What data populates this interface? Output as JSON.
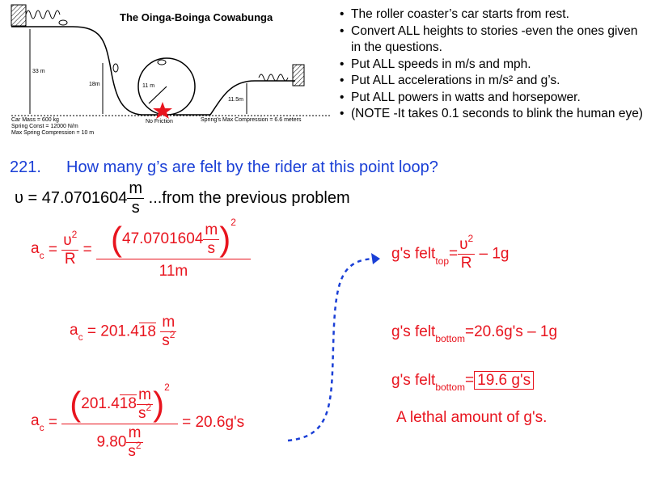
{
  "diagram": {
    "title": "The Oinga-Boinga Cowabunga",
    "labels": {
      "height_start": "33 m",
      "height_mid": "18m",
      "loop_radius": "11 m",
      "height_end": "11.5m",
      "no_friction": "No Friction",
      "car_mass": "Car Mass = 600 kg",
      "spring_const": "Spring Const = 12000 N/m",
      "max_spring": "Max Spring Compression = 10 m",
      "spring_max_comp": "Spring's Max Compression = 6.6 meters"
    }
  },
  "bullets": [
    "The roller coaster’s car starts from rest.",
    "Convert ALL heights to stories -even the ones given in the questions.",
    "Put ALL speeds in m/s and mph.",
    "Put ALL accelerations in m/s² and g’s.",
    "Put ALL powers in watts and horsepower.",
    "(NOTE -It takes 0.1 seconds to blink the human eye)"
  ],
  "question": {
    "number": "221.",
    "text": "How many g’s are felt by the rider at this point loop?"
  },
  "given": {
    "symbol": "υ",
    "equals": " = ",
    "value": "47.0701604",
    "unit_num": "m",
    "unit_den": "s",
    "note": " ...from the previous problem"
  },
  "calc": {
    "ac": "a",
    "ac_sub": "c",
    "eq": "=",
    "v2_num": "υ",
    "sq": "2",
    "R": "R",
    "val1": "47.0701604",
    "m": "m",
    "s": "s",
    "r_val": "11m",
    "res1_int": "201.4",
    "res1_rep": "18",
    "s2": "s",
    "res2_tail": "= 20.6g's",
    "g_val": "9.80"
  },
  "gs": {
    "top_prefix": "g's felt",
    "top_sub": "top",
    "top_tail": "– 1g",
    "bottom_prefix": "g's felt",
    "bottom_sub": "bottom",
    "bottom_tail": "=20.6g's – 1g",
    "result_eq": "=",
    "result": "19.6 g's",
    "lethal": "A lethal amount of g's."
  }
}
